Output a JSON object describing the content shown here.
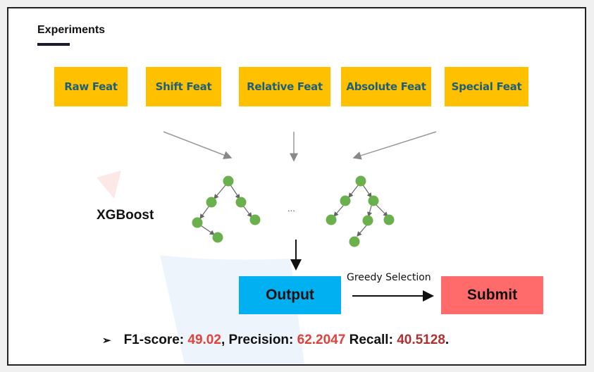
{
  "title": "Experiments",
  "features": [
    {
      "label": "Raw Feat"
    },
    {
      "label": "Shift Feat"
    },
    {
      "label": "Relative Feat"
    },
    {
      "label": "Absolute Feat"
    },
    {
      "label": "Special Feat"
    }
  ],
  "model_label": "XGBoost",
  "ellipsis": "...",
  "output_label": "Output",
  "edge_label": "Greedy Selection",
  "submit_label": "Submit",
  "metrics": {
    "bullet": "➢",
    "f1_label": "F1-score:",
    "f1_value": "49.02",
    "precision_label": ", Precision:",
    "precision_value": "62.2047",
    "recall_label": "Recall:",
    "recall_value": "40.5128",
    "end": "."
  },
  "colors": {
    "feature_box": "#ffc000",
    "feature_text": "#1f5f7a",
    "output_box": "#00b0f0",
    "submit_box": "#ff6b6b",
    "tree_node": "#6ab04c",
    "metric_value": "#e0413a"
  }
}
